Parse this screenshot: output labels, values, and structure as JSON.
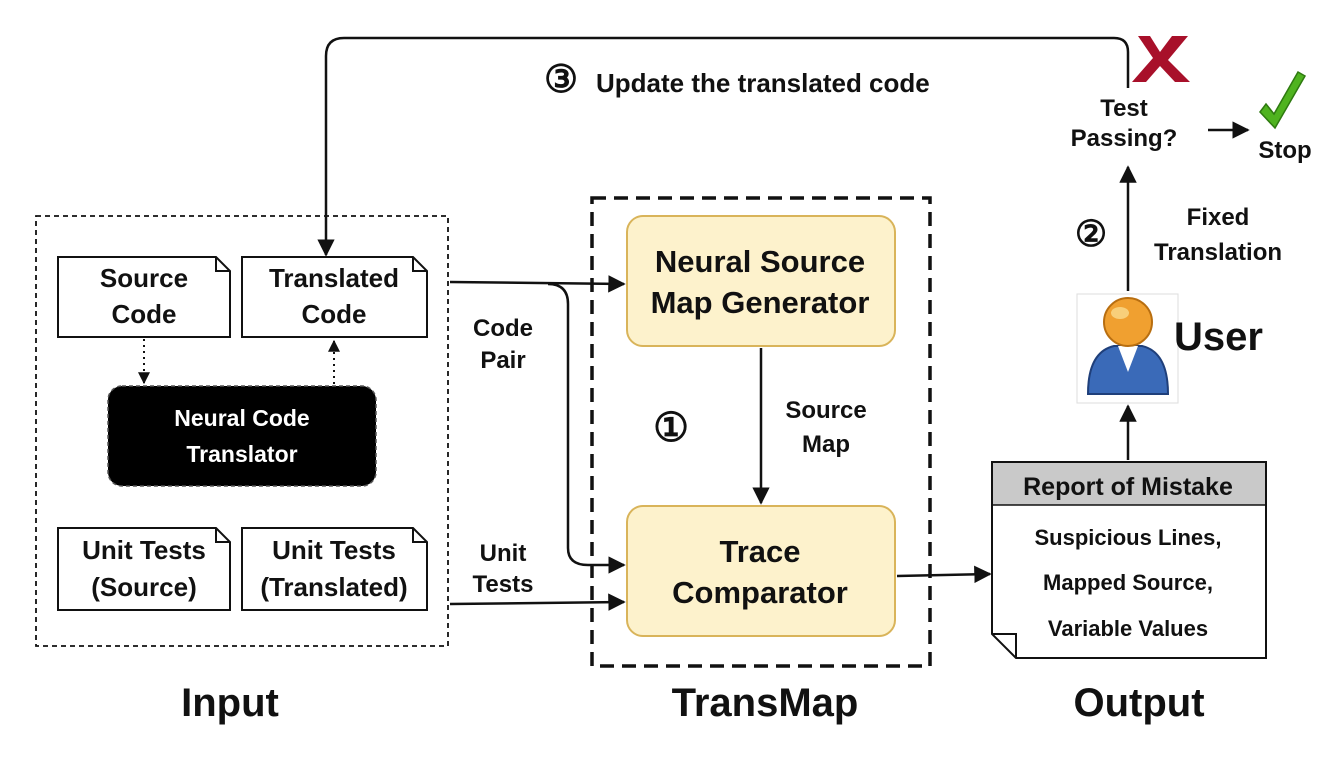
{
  "sections": {
    "input": "Input",
    "transmap": "TransMap",
    "output": "Output"
  },
  "input": {
    "source_code": [
      "Source",
      "Code"
    ],
    "translated_code": [
      "Translated",
      "Code"
    ],
    "translator": [
      "Neural Code",
      "Translator"
    ],
    "unit_tests_source": [
      "Unit Tests",
      "(Source)"
    ],
    "unit_tests_translated": [
      "Unit Tests",
      "(Translated)"
    ]
  },
  "transmap": {
    "generator": [
      "Neural Source",
      "Map Generator"
    ],
    "comparator": [
      "Trace",
      "Comparator"
    ],
    "source_map": [
      "Source",
      "Map"
    ],
    "step_marker": "①"
  },
  "edges": {
    "code_pair": [
      "Code",
      "Pair"
    ],
    "unit_tests": [
      "Unit",
      "Tests"
    ],
    "fixed_translation": [
      "Fixed",
      "Translation"
    ],
    "update_marker": "③",
    "update_text": "Update the translated code",
    "user_step_marker": "②"
  },
  "output": {
    "report_title": "Report of Mistake",
    "report_lines": [
      "Suspicious Lines,",
      "Mapped Source,",
      "Variable Values"
    ],
    "user_label": "User",
    "test_passing": [
      "Test",
      "Passing?"
    ],
    "stop": "Stop"
  },
  "colors": {
    "node_fill": "#fdf2cc",
    "node_stroke": "#d9b45a",
    "translator_fill": "#000000",
    "fail_mark": "#a8102a",
    "pass_mark": "#4fb31f",
    "user_body": "#3a6ab8",
    "user_head": "#f0a030"
  },
  "icons": {
    "fail": "x-mark-icon",
    "pass": "check-mark-icon",
    "user": "user-icon"
  }
}
